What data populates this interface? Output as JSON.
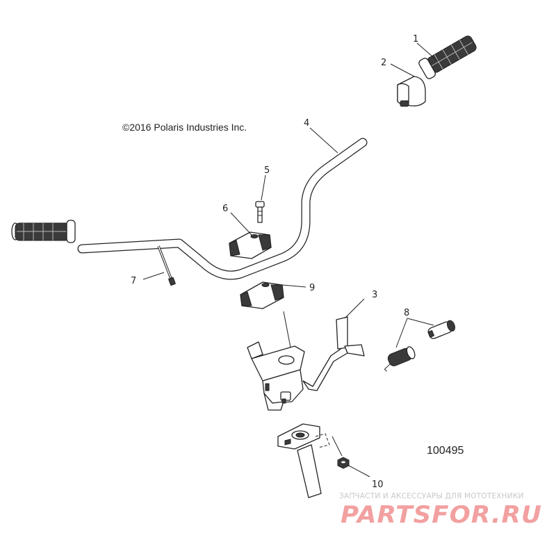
{
  "copyright": "©2016 Polaris Industries Inc.",
  "diagram_number": "100495",
  "callouts": [
    "1",
    "2",
    "3",
    "4",
    "5",
    "6",
    "7",
    "8",
    "9",
    "10"
  ],
  "watermark": {
    "tagline": "ЗАПЧАСТИ И АКСЕССУАРЫ ДЛЯ МОТОТЕХНИКИ",
    "brand": "PARTSFOR.RU"
  }
}
